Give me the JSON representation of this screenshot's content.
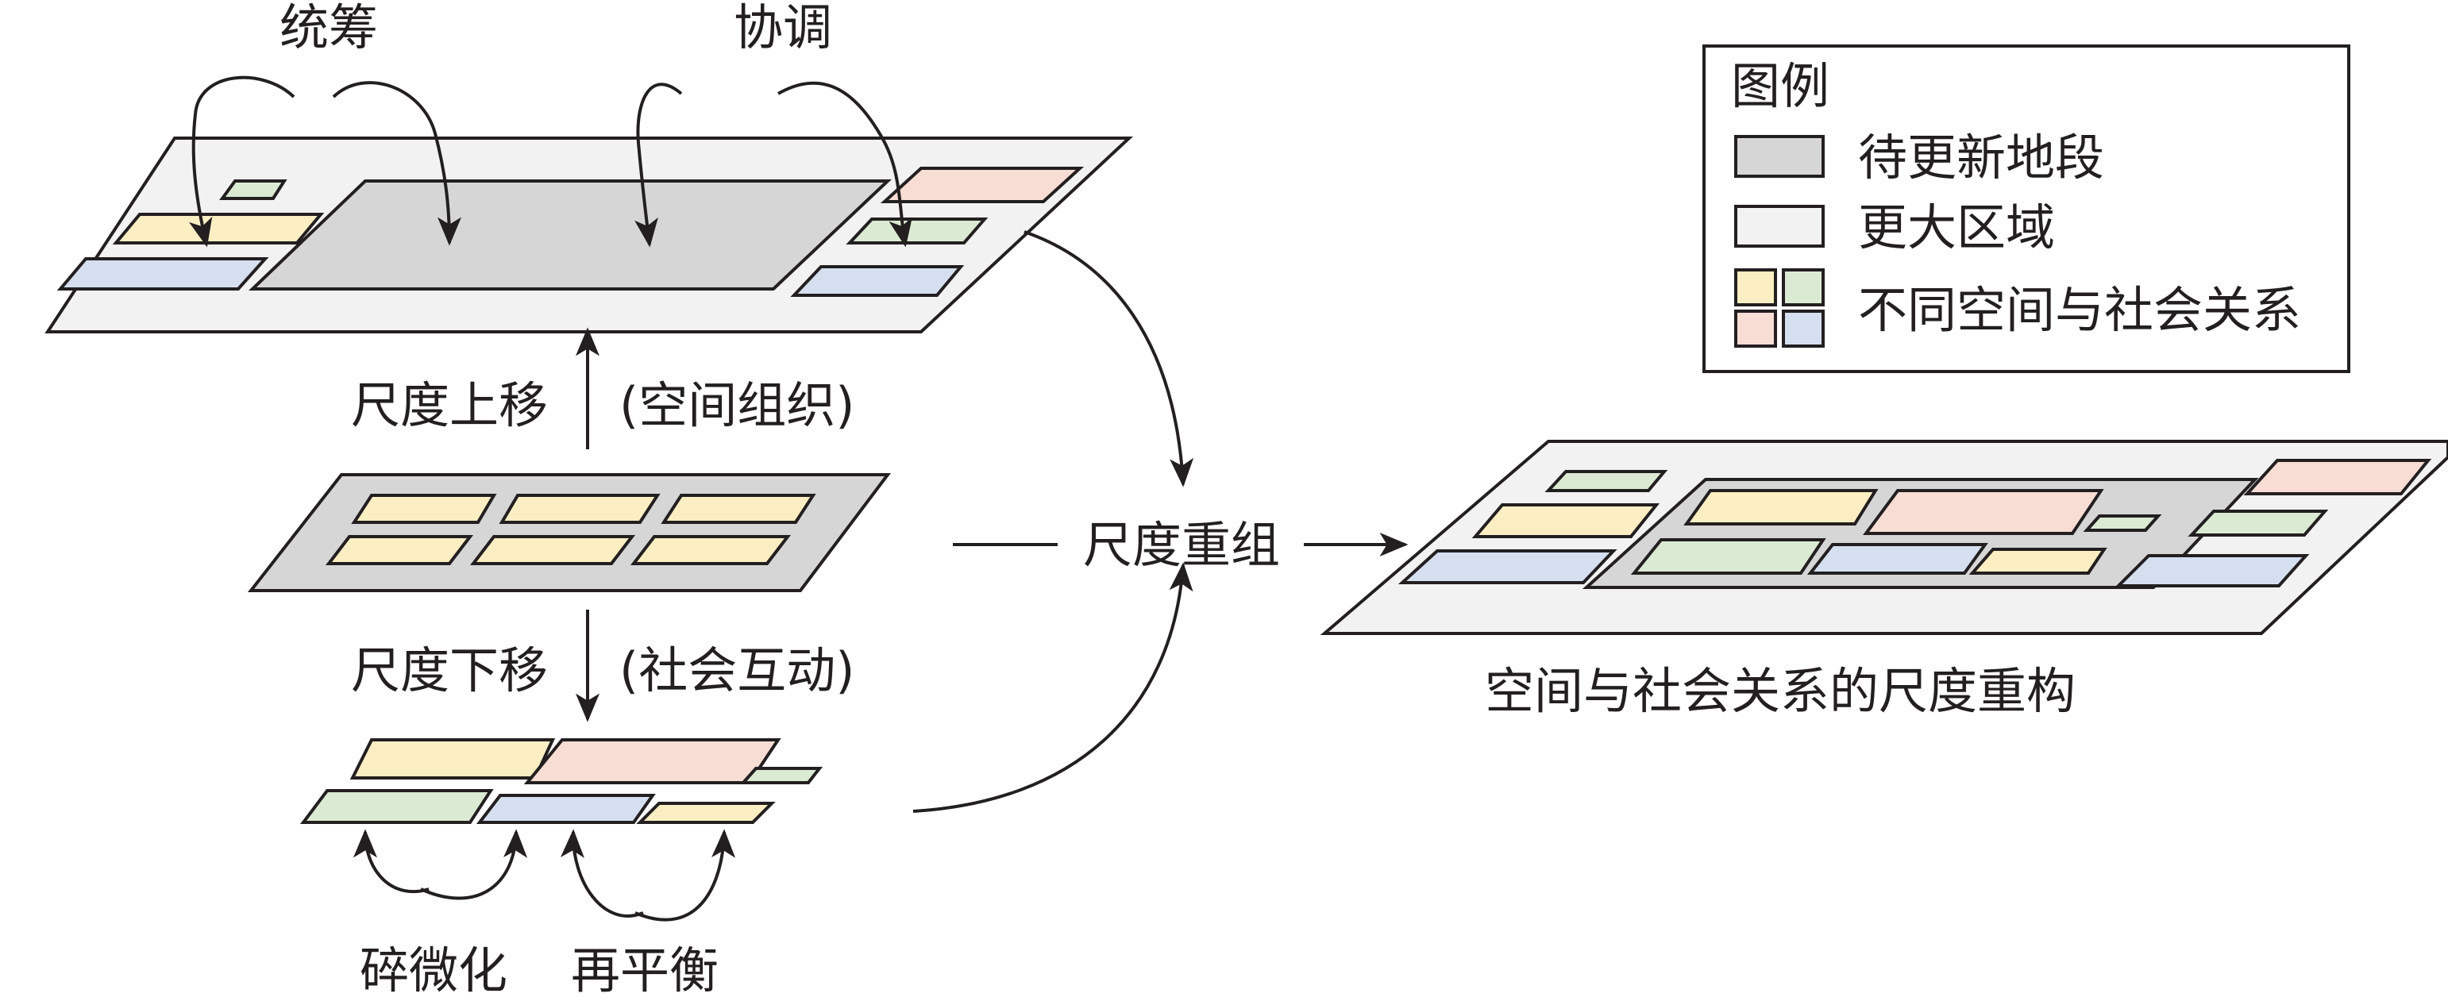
{
  "labels": {
    "integrate": "统筹",
    "coordinate": "协调",
    "scale_up": "尺度上移",
    "spatial_org": "(空间组织)",
    "scale_down": "尺度下移",
    "social_interaction": "(社会互动)",
    "fragmentation": "碎微化",
    "rebalance": "再平衡",
    "rescaling": "尺度重组",
    "result": "空间与社会关系的尺度重构"
  },
  "legend": {
    "title": "图例",
    "items": [
      {
        "swatch": "renewal-area",
        "label": "待更新地段"
      },
      {
        "swatch": "larger-region",
        "label": "更大区域"
      },
      {
        "swatch": "relations",
        "label": "不同空间与社会关系"
      }
    ]
  },
  "colors": {
    "outline": "#231f20",
    "renewal": "#d6d6d6",
    "region": "#f2f2f2",
    "yellow": "#fbeec3",
    "green": "#dbebd3",
    "pink": "#f8ddd4",
    "blue": "#d5dff0"
  }
}
